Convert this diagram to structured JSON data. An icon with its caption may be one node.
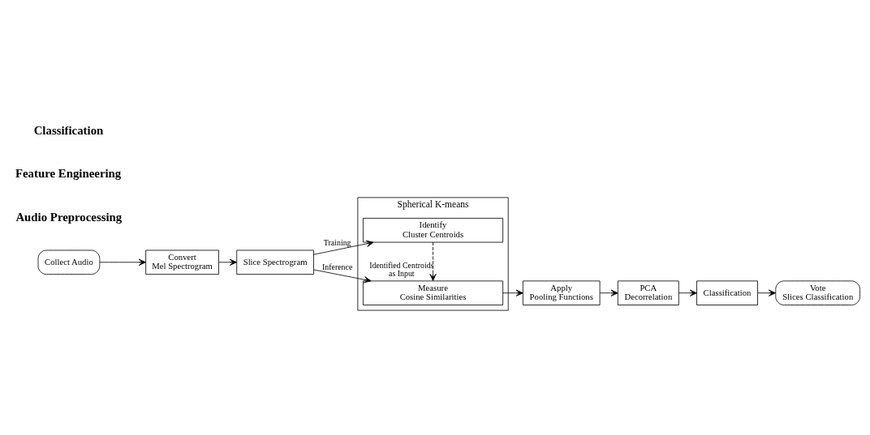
{
  "diagram": {
    "nodes": [
      {
        "text": [
          "Collect Audio"
        ]
      },
      {
        "text": [
          "Convert Mel Spectrogram"
        ]
      },
      {
        "text": [
          "Slice Spectrogram"
        ]
      },
      {
        "text": [
          "Spherical K-means"
        ]
      },
      {
        "text": [
          "Identify Cluster Centroids"
        ],
        "in": 3
      },
      {
        "text": [
          "Measure Cosine Similarities"
        ],
        "in": 3
      },
      {
        "text": [
          "Apply Pooling Functions"
        ]
      },
      {
        "text": [
          "PCA Decorrelation"
        ]
      },
      {
        "text": [
          "Classification"
        ]
      },
      {
        "text": [
          "Vote Slices Classification"
        ]
      }
    ],
    "edges": [
      {
        "from": 0,
        "to": 1,
        "arrow": "to"
      },
      {
        "from": 1,
        "to": 2,
        "arrow": "to"
      },
      {
        "from": 2,
        "to": 4,
        "arrow": "to",
        "label": "Training"
      },
      {
        "from": 2,
        "to": 5,
        "arrow": "to",
        "label": "Inference"
      },
      {
        "from": 4,
        "to": 5,
        "arrow": "to",
        "style": "dashed",
        "label": "Identified Centroids as Input"
      },
      {
        "from": 5,
        "to": 6,
        "arrow": "to"
      },
      {
        "from": 6,
        "to": 7,
        "arrow": "to"
      },
      {
        "from": 7,
        "to": 8,
        "arrow": "to"
      },
      {
        "from": 8,
        "to": 9,
        "arrow": "to"
      }
    ],
    "labels": [
      "Audio Preprocessing",
      "Feature Engineering",
      "Classification"
    ]
  }
}
